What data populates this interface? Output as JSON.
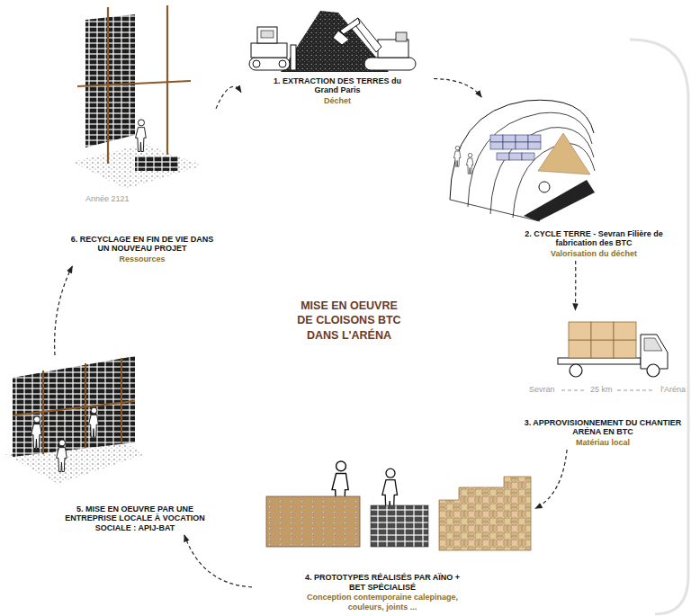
{
  "diagram": {
    "title": "MISE EN OEUVRE DE CLOISONS BTC DANS L'ARÉNA",
    "nodes": [
      {
        "text": [
          "1. EXTRACTION DES TERRES du Grand Paris",
          "Déchet"
        ]
      },
      {
        "text": [
          "2. CYCLE TERRE - Sevran Filière de fabrication des BTC",
          "Valorisation du déchet"
        ]
      },
      {
        "text": [
          "3. APPROVISIONNEMENT DU CHANTIER ARÉNA EN BTC",
          "Matériau local"
        ]
      },
      {
        "text": [
          "4. PROTOTYPES RÉALISÉS PAR AÏNO + BET SPÉCIALISÉ",
          "Conception contemporaine calepinage, couleurs, joints ..."
        ]
      },
      {
        "text": [
          "5. MISE EN OEUVRE PAR UNE ENTREPRISE LOCALE À VOCATION SOCIALE : APIJ-BAT"
        ]
      },
      {
        "text": [
          "6. RECYCLAGE EN FIN DE VIE DANS UN NOUVEAU PROJET",
          "Ressources"
        ]
      }
    ],
    "edges": [
      {
        "from": 0,
        "to": 1,
        "arrow": "to"
      },
      {
        "from": 1,
        "to": 2,
        "arrow": "to"
      },
      {
        "from": 2,
        "to": 3,
        "arrow": "to"
      },
      {
        "from": 3,
        "to": 4,
        "arrow": "to"
      },
      {
        "from": 4,
        "to": 5,
        "arrow": "to"
      },
      {
        "from": 5,
        "to": 0,
        "arrow": "to"
      }
    ],
    "labels": [
      "Année 2121",
      "Sevran",
      "25 km",
      "l'Aréna"
    ]
  }
}
